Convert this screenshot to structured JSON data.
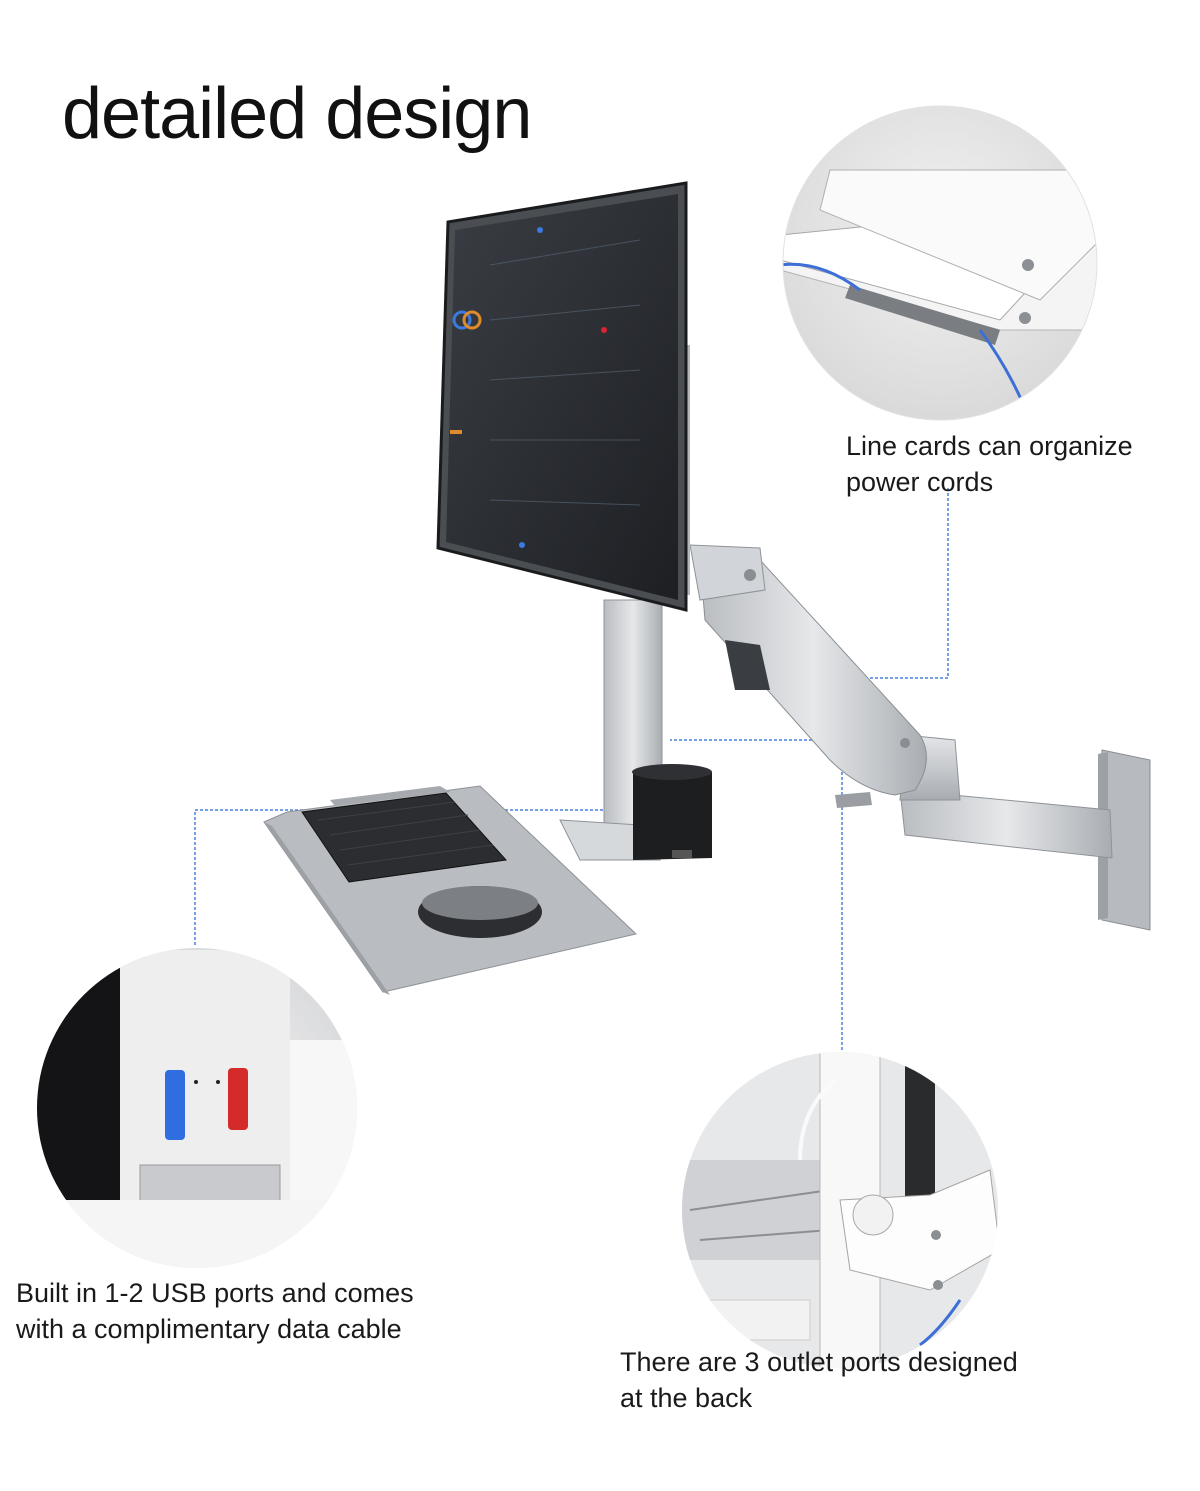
{
  "page": {
    "title": "detailed design",
    "callouts": [
      {
        "lines": [
          "Line cards can organize",
          "power cords"
        ]
      },
      {
        "lines": [
          "Built in 1-2 USB ports and comes",
          "with a complimentary data cable"
        ]
      },
      {
        "lines": [
          "There are 3 outlet ports designed",
          "at the back"
        ]
      }
    ]
  },
  "colors": {
    "leader_line": "#4a7fe0",
    "arm_silver": "#c9ccd0",
    "screen_dark": "#2a2d31"
  }
}
